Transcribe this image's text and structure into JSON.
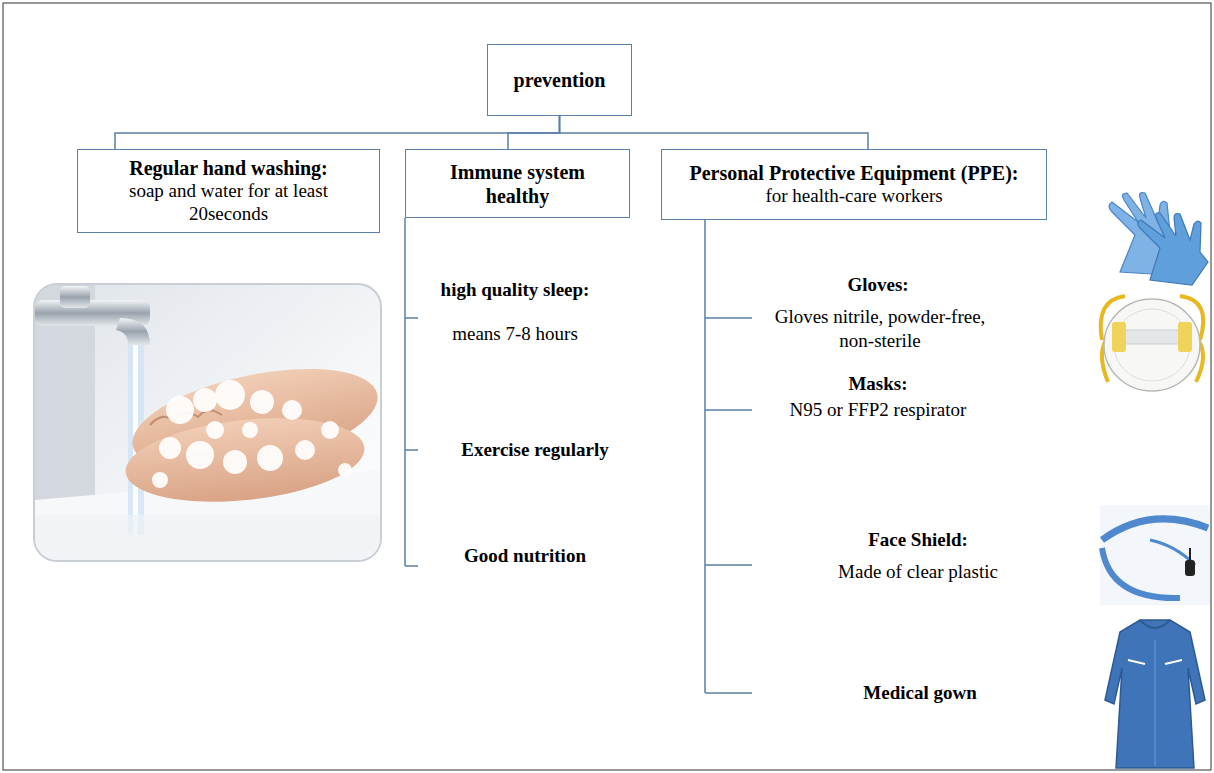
{
  "diagram": {
    "nodes": [
      {
        "text": [
          "prevention"
        ]
      },
      {
        "text": [
          "Regular hand washing:",
          "soap and water for at least 20seconds"
        ]
      },
      {
        "text": [
          "Immune system healthy"
        ]
      },
      {
        "text": [
          "Personal Protective Equipment (PPE):",
          "for health-care workers"
        ]
      }
    ],
    "edges": [
      {
        "from": 0,
        "to": 1,
        "arrow": "none"
      },
      {
        "from": 0,
        "to": 2,
        "arrow": "none"
      },
      {
        "from": 0,
        "to": 3,
        "arrow": "none"
      }
    ],
    "labels": [
      "high quality sleep:",
      "means 7-8 hours",
      "Exercise regularly",
      "Good nutrition",
      "Gloves:",
      "Gloves nitrile, powder-free, non-sterile",
      "Masks:",
      "N95 or FFP2 respirator",
      "Face Shield:",
      "Made of clear plastic",
      "Medical gown"
    ]
  }
}
